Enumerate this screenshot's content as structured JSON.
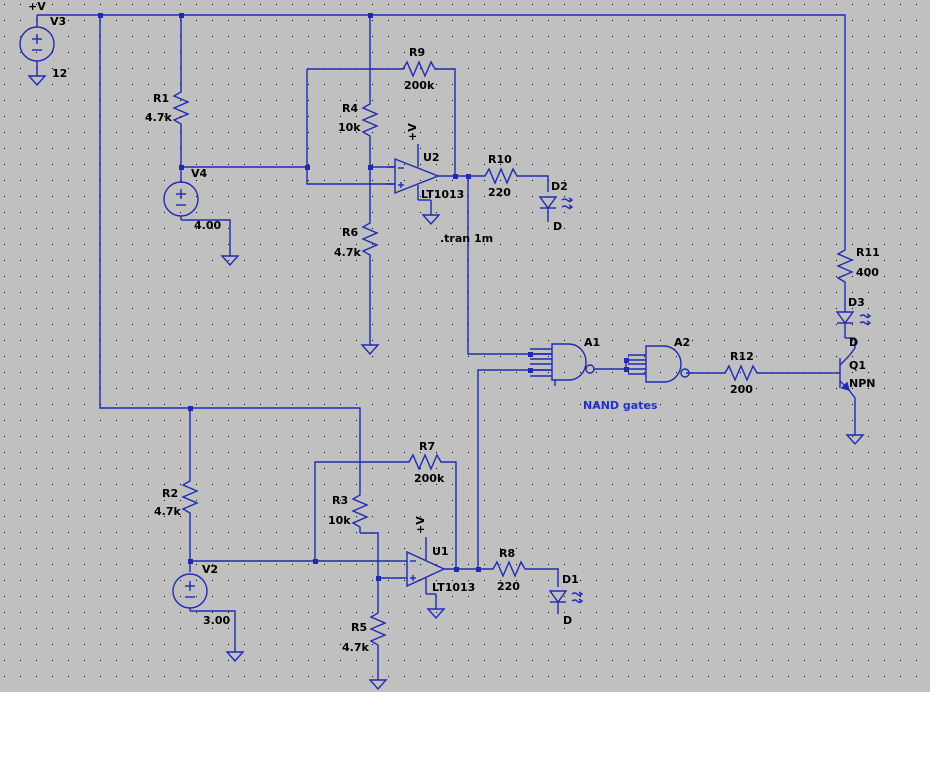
{
  "supply_label": "+V",
  "opamp_supply_label": "+V",
  "components": {
    "V3": {
      "ref": "V3",
      "value": "12"
    },
    "V4": {
      "ref": "V4",
      "value": "4.00"
    },
    "V2": {
      "ref": "V2",
      "value": "3.00"
    },
    "R1": {
      "ref": "R1",
      "value": "4.7k"
    },
    "R2": {
      "ref": "R2",
      "value": "4.7k"
    },
    "R3": {
      "ref": "R3",
      "value": "10k"
    },
    "R4": {
      "ref": "R4",
      "value": "10k"
    },
    "R5": {
      "ref": "R5",
      "value": "4.7k"
    },
    "R6": {
      "ref": "R6",
      "value": "4.7k"
    },
    "R7": {
      "ref": "R7",
      "value": "200k"
    },
    "R8": {
      "ref": "R8",
      "value": "220"
    },
    "R9": {
      "ref": "R9",
      "value": "200k"
    },
    "R10": {
      "ref": "R10",
      "value": "220"
    },
    "R11": {
      "ref": "R11",
      "value": "400"
    },
    "R12": {
      "ref": "R12",
      "value": "200"
    },
    "U1": {
      "ref": "U1",
      "value": "LT1013"
    },
    "U2": {
      "ref": "U2",
      "value": "LT1013"
    },
    "D1": {
      "ref": "D1",
      "value": "D"
    },
    "D2": {
      "ref": "D2",
      "value": "D"
    },
    "D3": {
      "ref": "D3",
      "value": "D"
    },
    "Q1": {
      "ref": "Q1",
      "value": "NPN"
    },
    "A1": {
      "ref": "A1"
    },
    "A2": {
      "ref": "A2"
    }
  },
  "directive": ".tran 1m",
  "annotation": "NAND gates",
  "colors": {
    "wire": "#1e2ab4",
    "background": "#c0c0c0",
    "grid_dot": "#000000",
    "note": "#1e32c8"
  }
}
